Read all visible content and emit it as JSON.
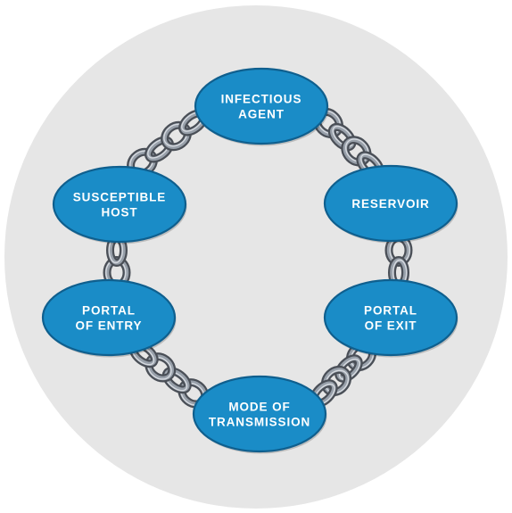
{
  "diagram": {
    "type": "chain-of-infection",
    "colors": {
      "page_background": "#ffffff",
      "circle_background": "#e6e6e6",
      "node_fill": "#1a8cc7",
      "node_border": "#0f5f8e",
      "node_text": "#ffffff",
      "chain_link_dark": "#4a4f57",
      "chain_link_light": "#98a0aa"
    },
    "nodes": [
      {
        "id": "infectious-agent",
        "lines": [
          "INFECTIOUS",
          "AGENT"
        ]
      },
      {
        "id": "reservoir",
        "lines": [
          "RESERVOIR"
        ]
      },
      {
        "id": "portal-of-exit",
        "lines": [
          "PORTAL",
          "OF EXIT"
        ]
      },
      {
        "id": "mode-of-transmission",
        "lines": [
          "MODE OF",
          "TRANSMISSION"
        ]
      },
      {
        "id": "portal-of-entry",
        "lines": [
          "PORTAL",
          "OF ENTRY"
        ]
      },
      {
        "id": "susceptible-host",
        "lines": [
          "SUSCEPTIBLE",
          "HOST"
        ]
      }
    ],
    "links": [
      {
        "from": "infectious-agent",
        "to": "reservoir"
      },
      {
        "from": "reservoir",
        "to": "portal-of-exit"
      },
      {
        "from": "portal-of-exit",
        "to": "mode-of-transmission"
      },
      {
        "from": "mode-of-transmission",
        "to": "portal-of-entry"
      },
      {
        "from": "portal-of-entry",
        "to": "susceptible-host"
      },
      {
        "from": "susceptible-host",
        "to": "infectious-agent"
      }
    ]
  }
}
